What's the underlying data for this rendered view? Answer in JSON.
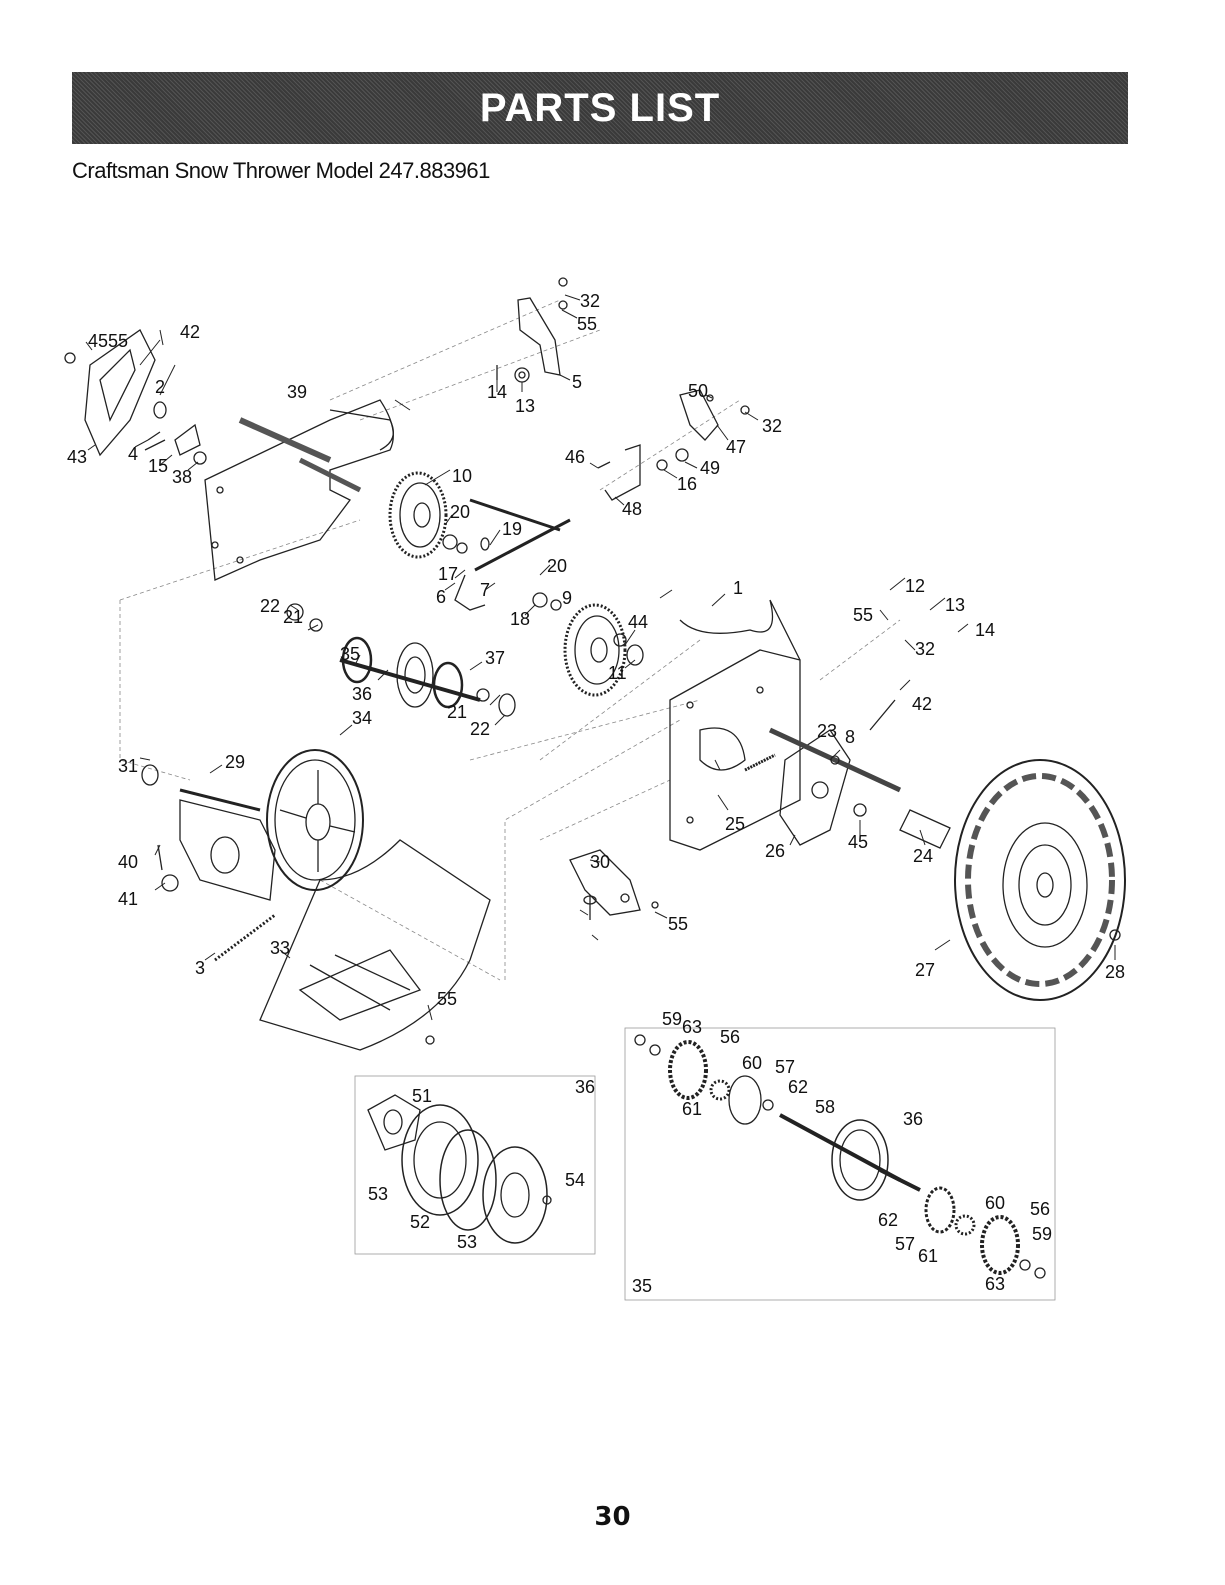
{
  "header": {
    "title": "PARTS LIST",
    "subtitle": "Craftsman Snow Thrower Model 247.883961"
  },
  "diagram": {
    "callouts": [
      "1",
      "2",
      "3",
      "4",
      "5",
      "6",
      "7",
      "8",
      "9",
      "10",
      "11",
      "12",
      "13",
      "14",
      "15",
      "16",
      "17",
      "18",
      "19",
      "20",
      "21",
      "22",
      "23",
      "24",
      "25",
      "26",
      "27",
      "28",
      "29",
      "30",
      "31",
      "32",
      "33",
      "34",
      "35",
      "36",
      "37",
      "38",
      "39",
      "40",
      "41",
      "42",
      "43",
      "44",
      "45",
      "46",
      "47",
      "48",
      "49",
      "50",
      "51",
      "52",
      "53",
      "54",
      "55",
      "56",
      "57",
      "58",
      "59",
      "60",
      "61",
      "62",
      "63"
    ],
    "inset_left_label": "36",
    "inset_right_label": "35"
  },
  "footer": {
    "page_number": "30"
  }
}
